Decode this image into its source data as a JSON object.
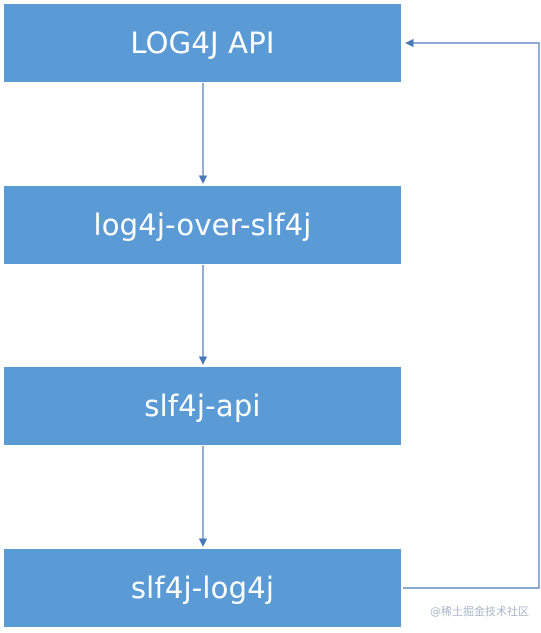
{
  "diagram": {
    "nodes": [
      {
        "id": "log4j-api",
        "label": "LOG4J API"
      },
      {
        "id": "log4j-over-slf4j",
        "label": "log4j-over-slf4j"
      },
      {
        "id": "slf4j-api",
        "label": "slf4j-api"
      },
      {
        "id": "slf4j-log4j",
        "label": "slf4j-log4j"
      }
    ],
    "edges": [
      {
        "from": "log4j-api",
        "to": "log4j-over-slf4j"
      },
      {
        "from": "log4j-over-slf4j",
        "to": "slf4j-api"
      },
      {
        "from": "slf4j-api",
        "to": "slf4j-log4j"
      },
      {
        "from": "slf4j-log4j",
        "to": "log4j-api"
      }
    ],
    "colors": {
      "box_fill": "#5b9bd5",
      "box_text": "#ffffff",
      "connector": "#4a78b5",
      "watermark": "#a9b8c9"
    }
  },
  "watermark": {
    "text": "@稀土掘金技术社区"
  }
}
